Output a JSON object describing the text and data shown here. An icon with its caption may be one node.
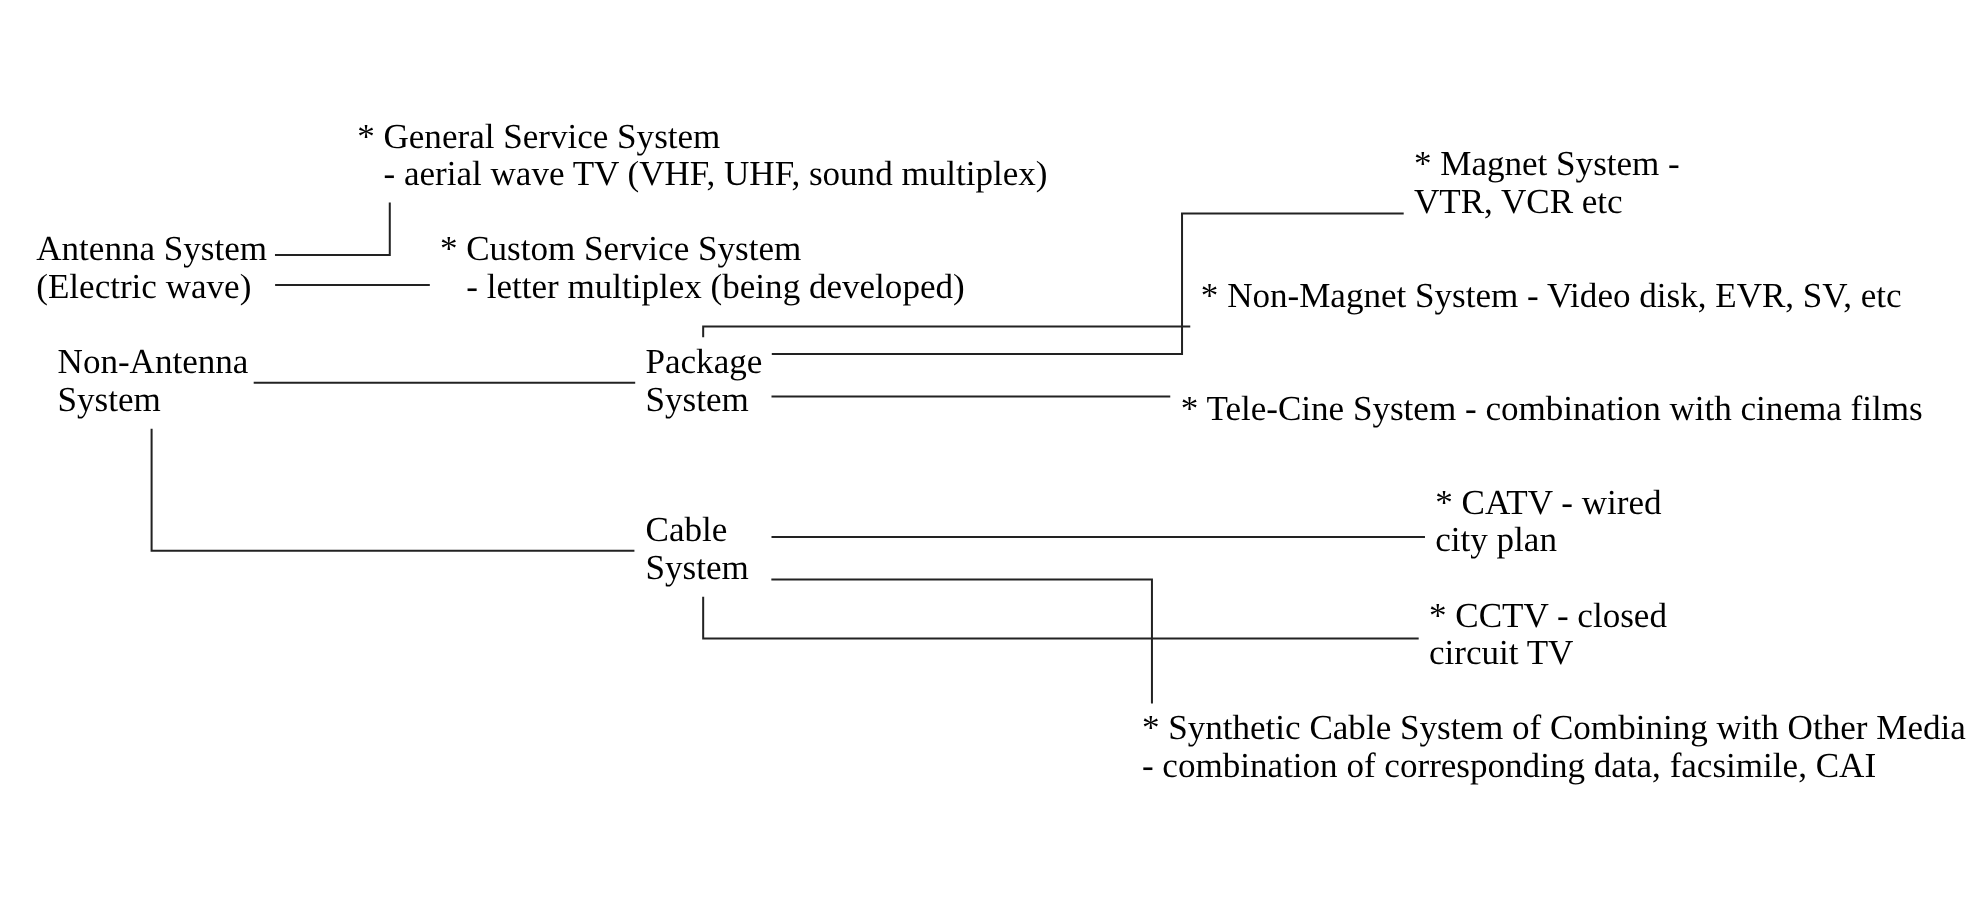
{
  "diagram": {
    "nodes": [
      {
        "text": [
          "Antenna System (Electric wave)"
        ]
      },
      {
        "text": [
          "* General Service System",
          "- aerial wave TV (VHF, UHF, sound multiplex)"
        ]
      },
      {
        "text": [
          "* Custom Service System",
          "- letter multiplex (being developed)"
        ]
      },
      {
        "text": [
          "Non-Antenna System"
        ]
      },
      {
        "text": [
          "Package System"
        ]
      },
      {
        "text": [
          "* Magnet System - VTR, VCR etc"
        ]
      },
      {
        "text": [
          "* Non-Magnet System - Video disk, EVR, SV, etc"
        ]
      },
      {
        "text": [
          "* Tele-Cine System - combination with cinema films"
        ]
      },
      {
        "text": [
          "Cable System"
        ]
      },
      {
        "text": [
          "* CATV - wired city plan"
        ]
      },
      {
        "text": [
          "* CCTV - closed circuit TV"
        ]
      },
      {
        "text": [
          "* Synthetic Cable System of Combining with Other Media - combination of corresponding data, facsimile, CAI"
        ]
      }
    ],
    "edges": [
      {
        "from": 0,
        "to": 1,
        "arrow": "none"
      },
      {
        "from": 0,
        "to": 2,
        "arrow": "none"
      },
      {
        "from": 3,
        "to": 4,
        "arrow": "none"
      },
      {
        "from": 3,
        "to": 8,
        "arrow": "none"
      },
      {
        "from": 4,
        "to": 5,
        "arrow": "none"
      },
      {
        "from": 4,
        "to": 6,
        "arrow": "none"
      },
      {
        "from": 4,
        "to": 7,
        "arrow": "none"
      },
      {
        "from": 8,
        "to": 9,
        "arrow": "none"
      },
      {
        "from": 8,
        "to": 10,
        "arrow": "none"
      },
      {
        "from": 8,
        "to": 11,
        "arrow": "none"
      }
    ]
  }
}
